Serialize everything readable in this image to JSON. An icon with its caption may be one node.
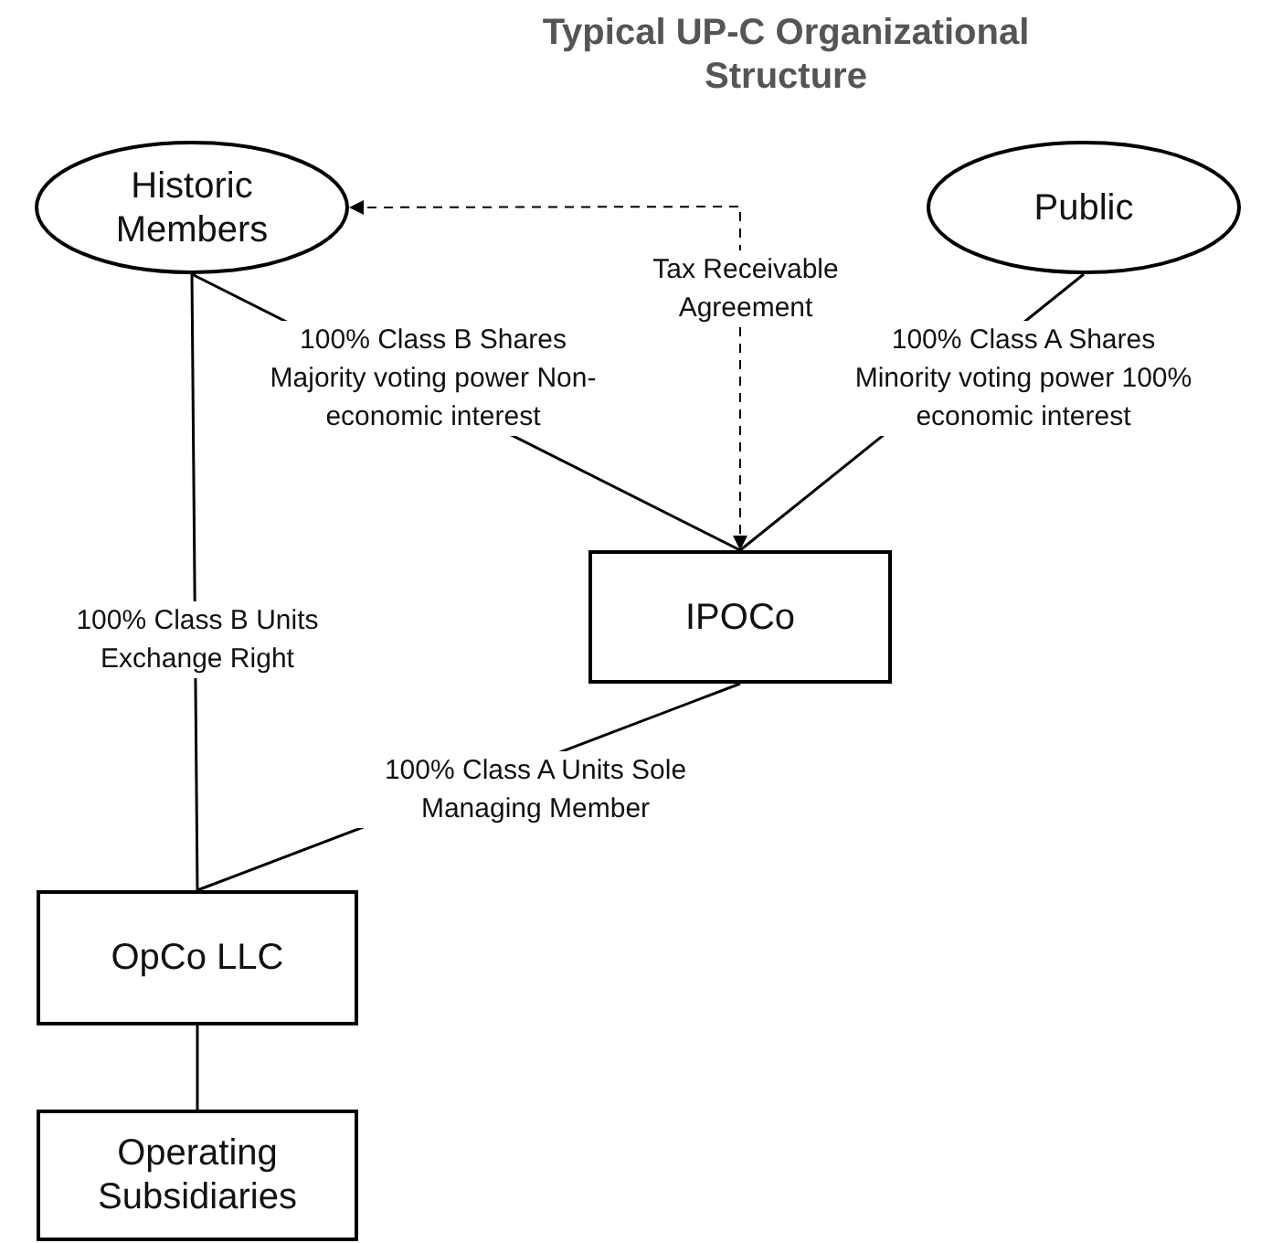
{
  "diagram": {
    "title": "Typical UP-C Organizational Structure",
    "nodes": [
      {
        "text": [
          "Historic Members"
        ]
      },
      {
        "text": [
          "Public"
        ]
      },
      {
        "text": [
          "IPOCo"
        ]
      },
      {
        "text": [
          "OpCo LLC"
        ]
      },
      {
        "text": [
          "Operating Subsidiaries"
        ]
      }
    ],
    "edges": [
      {
        "from": 0,
        "to": 2,
        "arrow": "none",
        "label": "100% Class B Shares Majority voting power Non-economic interest"
      },
      {
        "from": 1,
        "to": 2,
        "arrow": "none",
        "label": "100% Class A Shares Minority voting power 100% economic interest"
      },
      {
        "from": 2,
        "to": 0,
        "arrow": "both",
        "label": "Tax Receivable Agreement",
        "style": "dashed"
      },
      {
        "from": 0,
        "to": 3,
        "arrow": "none",
        "label": "100% Class B Units Exchange Right"
      },
      {
        "from": 2,
        "to": 3,
        "arrow": "none",
        "label": "100% Class A Units Sole Managing Member"
      },
      {
        "from": 3,
        "to": 4,
        "arrow": "none"
      }
    ]
  }
}
